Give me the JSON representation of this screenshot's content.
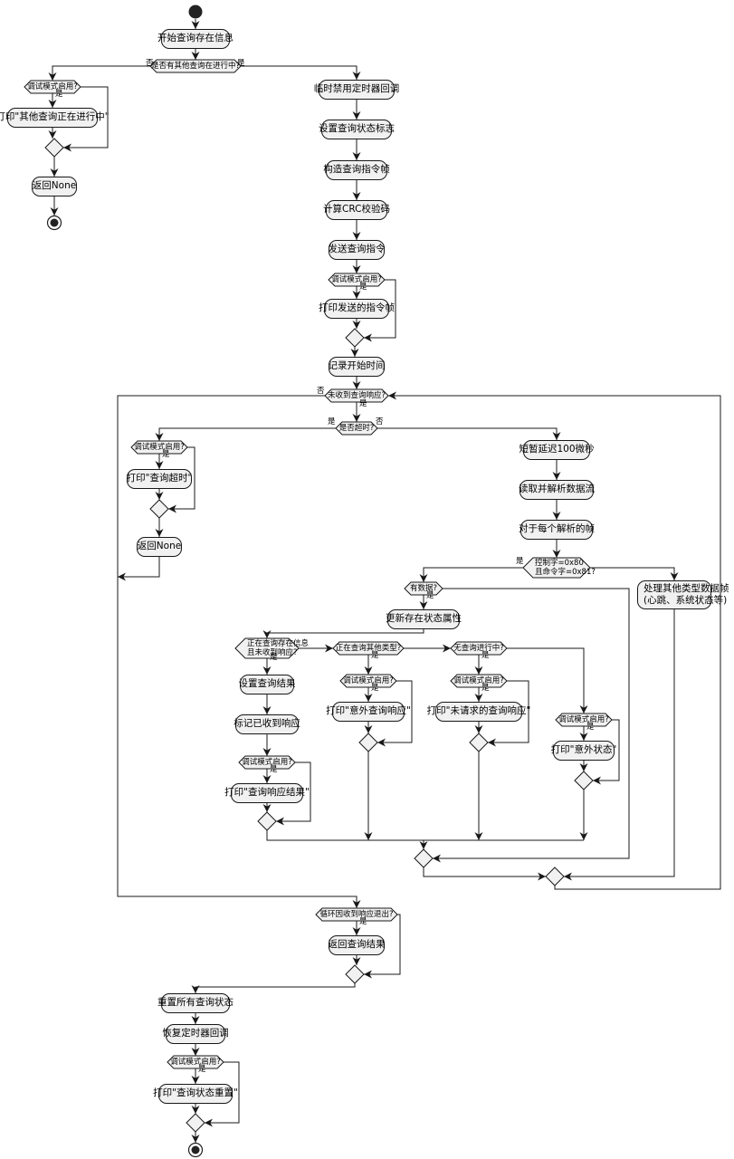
{
  "labels": {
    "n_start_query": "开始查询存在信息",
    "d_other_query": "是否有其他查询在进行中?",
    "d_debug_1": "调试模式启用?",
    "n_print_other": "打印\"其他查询正在进行中\"",
    "n_return_none_1": "返回None",
    "n_disable_timer": "临时禁用定时器回调",
    "n_set_flag": "设置查询状态标志",
    "n_build_frame": "构造查询指令帧",
    "n_calc_crc": "计算CRC校验码",
    "n_send_cmd": "发送查询指令",
    "d_debug_2": "调试模式启用?",
    "n_print_sent": "打印发送的指令帧",
    "n_record_time": "记录开始时间",
    "d_no_response": "未收到查询响应?",
    "d_timeout": "是否超时?",
    "d_debug_3": "调试模式启用?",
    "n_print_timeout": "打印\"查询超时\"",
    "n_return_none_2": "返回None",
    "n_delay": "短暂延迟100微秒",
    "n_read_stream": "读取并解析数据流",
    "n_each_frame": "对于每个解析的帧",
    "d_ctrl": "控制字=0x80\n且命令字=0x81?",
    "n_other_frames": "处理其他类型数据帧\n(心跳、系统状态等)",
    "d_has_data": "有数据?",
    "n_update_attr": "更新存在状态属性",
    "d_querying_exist": "正在查询存在信息\n且未收到响应?",
    "d_querying_other": "正在查询其他类型?",
    "d_no_query": "无查询进行中?",
    "n_set_result": "设置查询结果",
    "n_mark_received": "标记已收到响应",
    "d_debug_4": "调试模式启用?",
    "n_print_result": "打印\"查询响应结果\"",
    "d_debug_5": "调试模式启用?",
    "n_print_unexpected_1": "打印\"意外查询响应\"",
    "d_debug_6": "调试模式启用?",
    "n_print_unrequested": "打印\"未请求的查询响应\"",
    "d_debug_7": "调试模式启用?",
    "n_print_unexpected_2": "打印\"意外状态\"",
    "d_loop_exit": "循环因收到响应退出?",
    "n_return_result": "返回查询结果",
    "n_reset_state": "重置所有查询状态",
    "n_restore_timer": "恢复定时器回调",
    "d_debug_8": "调试模式启用?",
    "n_print_reset": "打印\"查询状态重置\""
  },
  "edge_labels": {
    "yes": "是",
    "no": "否"
  },
  "colors": {
    "node_fill": "#f1f1f1",
    "stroke": "#181818",
    "start_end": "#222222"
  }
}
